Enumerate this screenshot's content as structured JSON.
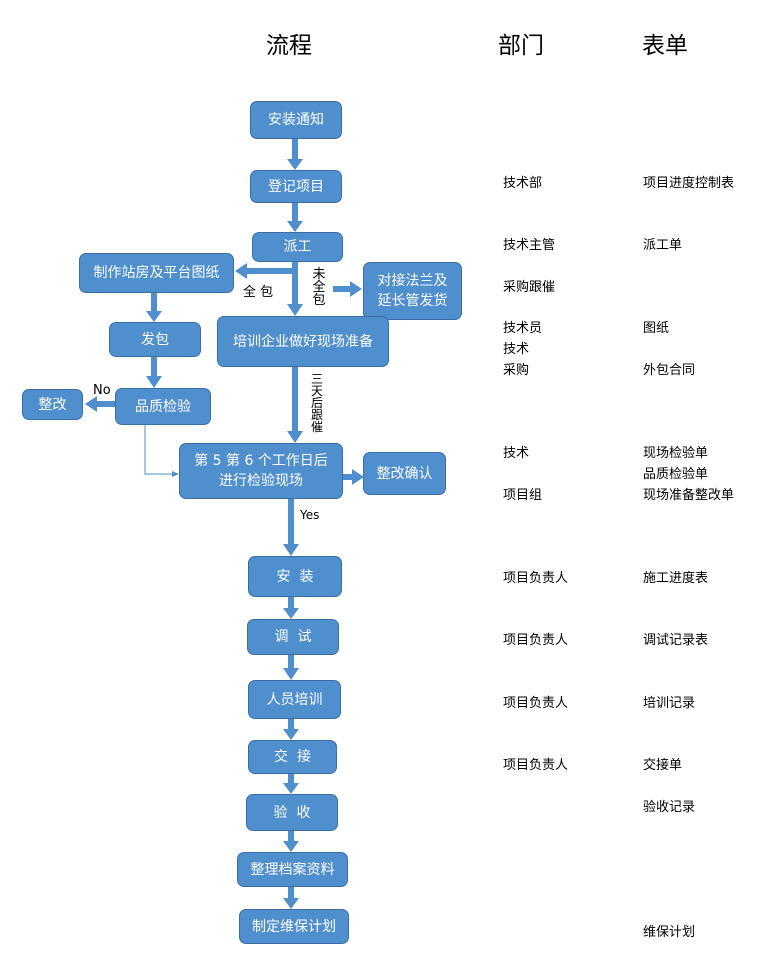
{
  "headers": {
    "process": "流程",
    "department": "部门",
    "form": "表单"
  },
  "nodes": {
    "notice": "安装通知",
    "register": "登记项目",
    "dispatch": "派工",
    "drawing": "制作站房及平台图纸",
    "flange": "对接法兰及延长管发货",
    "outsource": "发包",
    "training_prep": "培训企业做好现场准备",
    "rectify": "整改",
    "quality_check": "品质检验",
    "site_check": "第 5 第 6 个工作日后进行检验现场",
    "rectify_confirm": "整改确认",
    "install": "安  装",
    "debug": "调  试",
    "staff_training": "人员培训",
    "handover": "交  接",
    "acceptance": "验  收",
    "archive": "整理档案资料",
    "maintenance": "制定维保计划"
  },
  "edge_labels": {
    "full_package": "全 包",
    "not_full": "未全包",
    "no": "No",
    "three_days": "三天后跟催",
    "yes": "Yes"
  },
  "departments": {
    "d1": "技术部",
    "d2": "技术主管",
    "d3": "采购跟催",
    "d4": "技术员",
    "d5": "技术",
    "d6": "采购",
    "d7": "技术",
    "d8": "项目组",
    "d9": "项目负责人",
    "d10": "项目负责人",
    "d11": "项目负责人",
    "d12": "项目负责人"
  },
  "forms": {
    "f1": "项目进度控制表",
    "f2": "派工单",
    "f3": "图纸",
    "f4": "外包合同",
    "f5": "现场检验单",
    "f6": "品质检验单",
    "f7": "现场准备整改单",
    "f8": "施工进度表",
    "f9": "调试记录表",
    "f10": "培训记录",
    "f11": "交接单",
    "f12": "验收记录",
    "f13": "维保计划"
  },
  "colors": {
    "box_fill": "#4f8fcd",
    "box_border": "#3a6fa3",
    "arrow": "#4f8fcd"
  }
}
